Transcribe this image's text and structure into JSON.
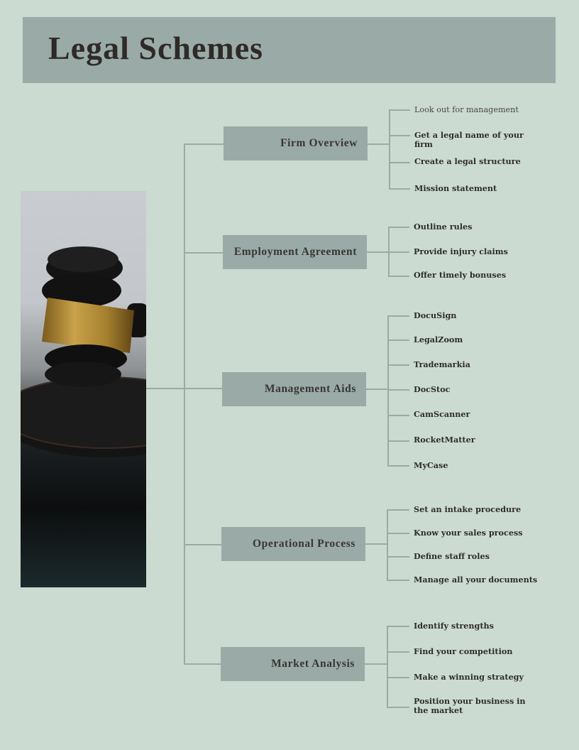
{
  "header": {
    "title": "Legal Schemes"
  },
  "photo": {
    "subject": "gavel-photo"
  },
  "colors": {
    "background": "#cbdbd2",
    "box": "#9aaba7",
    "connector": "#9aaba7",
    "text": "#2f2a28"
  },
  "branches": [
    {
      "label": "Firm Overview",
      "items": [
        "Look out for management",
        "Get a legal name of your firm",
        "Create a legal structure",
        "Mission statement"
      ]
    },
    {
      "label": "Employment Agreement",
      "items": [
        "Outline rules",
        "Provide injury claims",
        "Offer timely bonuses"
      ]
    },
    {
      "label": "Management Aids",
      "items": [
        "DocuSign",
        "LegalZoom",
        "Trademarkia",
        "DocStoc",
        "CamScanner",
        "RocketMatter",
        "MyCase"
      ]
    },
    {
      "label": "Operational Process",
      "items": [
        "Set an intake procedure",
        "Know your sales process",
        "Define staff roles",
        "Manage all your documents"
      ]
    },
    {
      "label": "Market Analysis",
      "items": [
        "Identify strengths",
        "Find your competition",
        "Make a winning strategy",
        "Position your business in the market"
      ]
    }
  ]
}
